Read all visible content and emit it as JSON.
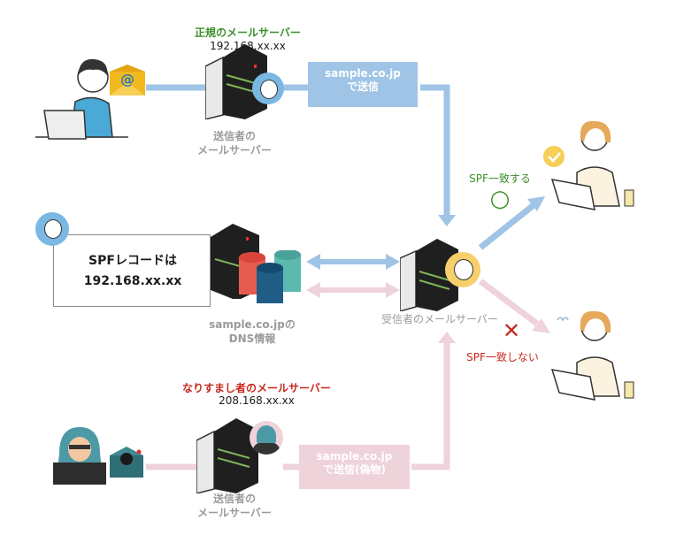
{
  "legit_sender": {
    "server_title": "正規のメールサーバー",
    "server_ip": "192.168.xx.xx",
    "server_caption_line1": "送信者の",
    "server_caption_line2": "メールサーバー",
    "send_tag_line1": "sample.co.jp",
    "send_tag_line2": "で送信"
  },
  "dns": {
    "bubble_line1": "SPFレコードは",
    "bubble_line2": "192.168.xx.xx",
    "caption_line1": "sample.co.jpの",
    "caption_line2": "DNS情報"
  },
  "receiver": {
    "caption": "受信者のメールサーバー"
  },
  "results": {
    "match_label": "SPF一致する",
    "match_mark": "○",
    "mismatch_label": "SPF一致しない",
    "mismatch_mark": "✕"
  },
  "spoofer": {
    "server_title": "なりすまし者のメールサーバー",
    "server_ip": "208.168.xx.xx",
    "server_caption_line1": "送信者の",
    "server_caption_line2": "メールサーバー",
    "send_tag_line1": "sample.co.jp",
    "send_tag_line2": "で送信(偽物)"
  },
  "colors": {
    "legit_flow": "#9fc4e6",
    "spoof_flow": "#efd3da",
    "match": "#3e8f2c",
    "mismatch": "#c7291e"
  }
}
